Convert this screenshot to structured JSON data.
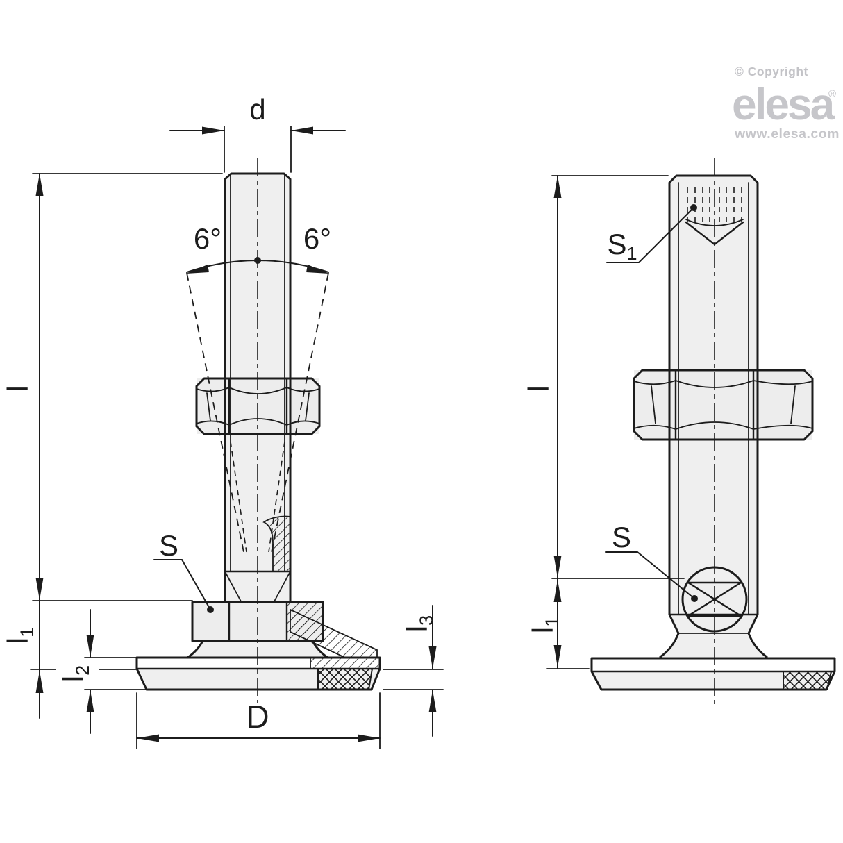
{
  "branding": {
    "copyright": "© Copyright",
    "brand": "elesa",
    "registered": "®",
    "website": "www.elesa.com"
  },
  "left_view": {
    "dim_d": "d",
    "angle_left": "6°",
    "angle_right": "6°",
    "dim_l": "l",
    "dim_l1": {
      "base": "l",
      "sub": "1"
    },
    "dim_l2": {
      "base": "l",
      "sub": "2"
    },
    "dim_l3": {
      "base": "l",
      "sub": "3"
    },
    "dim_D": "D",
    "wrench_flats_label": "S"
  },
  "right_view": {
    "socket_label": {
      "base": "S",
      "sub": "1"
    },
    "dim_l": "l",
    "dim_l1": {
      "base": "l",
      "sub": "1"
    },
    "wrench_flats_label": "S"
  },
  "colors": {
    "line": "#1c1c1c",
    "part_fill": "#efefef",
    "logo_gray": "#c6c6ca",
    "background": "#ffffff"
  }
}
